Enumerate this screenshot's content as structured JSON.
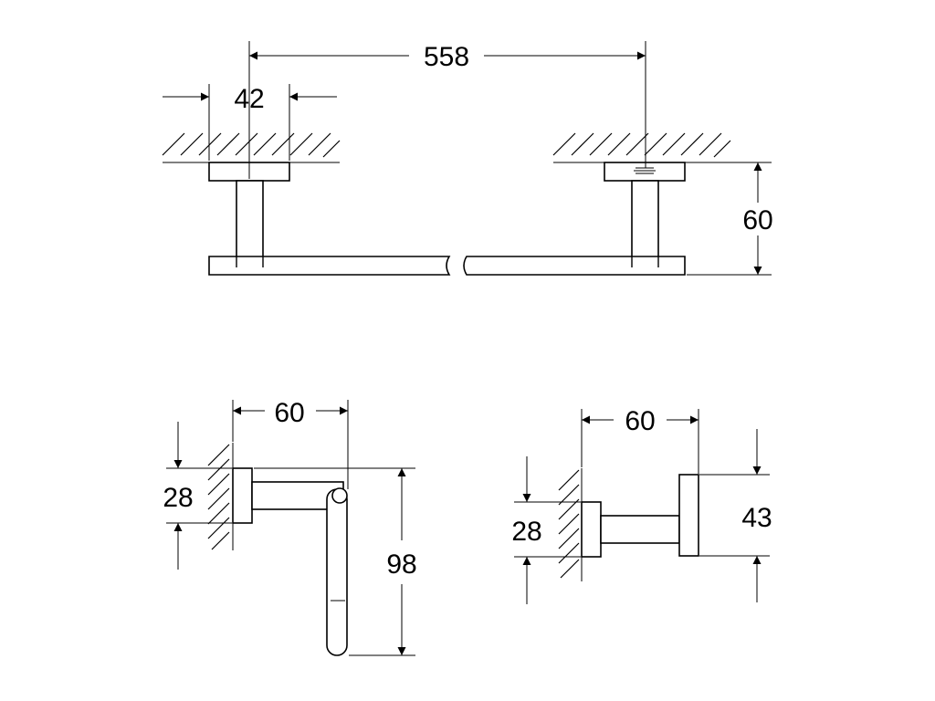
{
  "dimensions": {
    "total_length": "558",
    "wall_plate_width": "42",
    "projection_top": "60",
    "holder_projection": "60",
    "holder_plate_height": "28",
    "holder_drop": "98",
    "hook_projection": "60",
    "hook_plate_height": "28",
    "hook_end_height": "43"
  },
  "colors": {
    "line": "#000000",
    "background": "#ffffff"
  }
}
